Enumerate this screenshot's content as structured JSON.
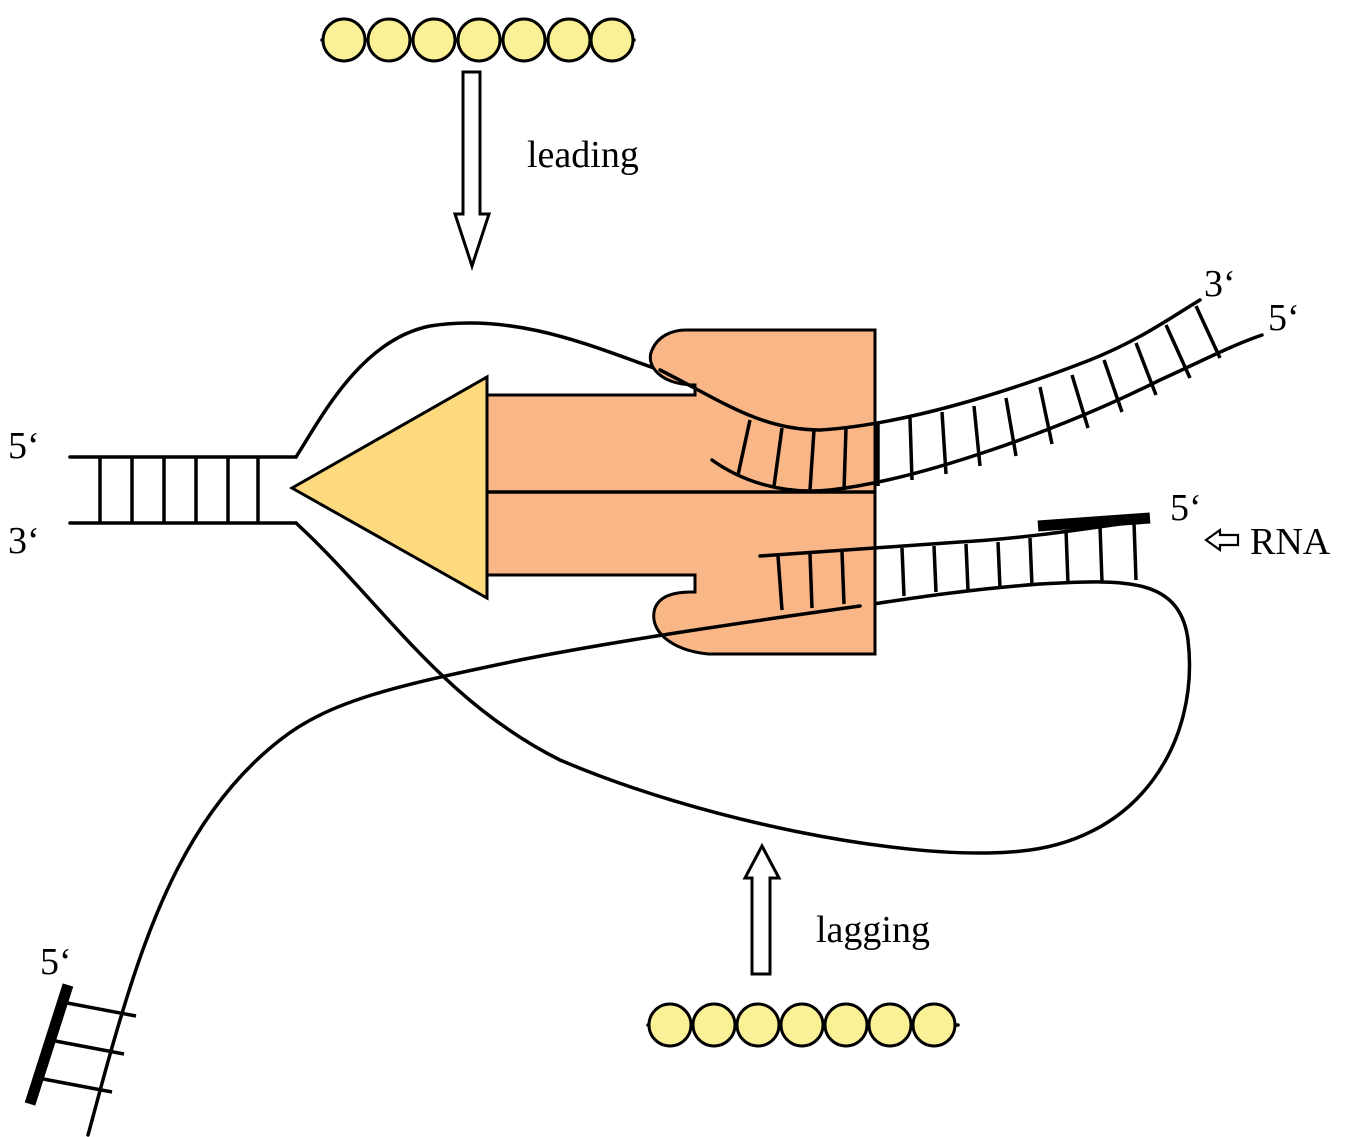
{
  "labels": {
    "leading": "leading",
    "lagging": "lagging",
    "rna": "RNA",
    "left_top_end": "5‘",
    "left_bottom_end": "3‘",
    "right_top_3": "3‘",
    "right_top_5": "5‘",
    "right_lower_5": "5‘",
    "bottom_left_5": "5‘"
  },
  "colors": {
    "polymerase_body": "#F9B787",
    "helicase_triangle": "#FDDA7E",
    "nucleotide_bead": "#FAF096",
    "strand": "#000000"
  },
  "icons": {
    "rna_arrow": "hollow-left-arrow",
    "leading_arrow": "hollow-down-arrow",
    "lagging_arrow": "hollow-up-arrow"
  },
  "nucleotide_chains": {
    "leading_count": 7,
    "lagging_count": 7
  }
}
